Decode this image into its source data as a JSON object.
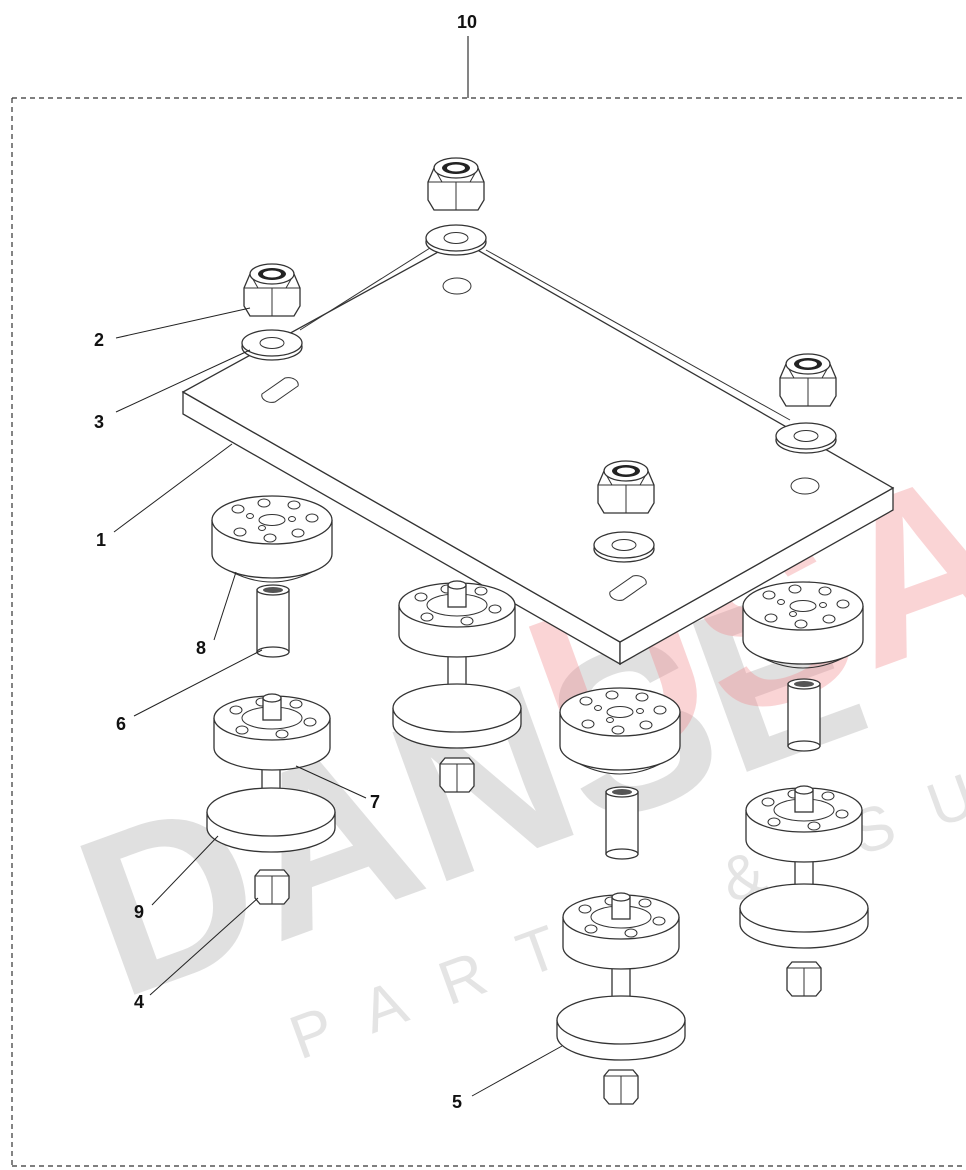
{
  "diagram": {
    "assembly_label": "10",
    "callouts": [
      "1",
      "2",
      "3",
      "4",
      "5",
      "6",
      "7",
      "8",
      "9"
    ]
  },
  "watermark": {
    "brand_left": "DANSE",
    "brand_right": "USA",
    "tagline": "PARTS & SUPPLIES",
    "colors": {
      "left": "#c8c8c8",
      "right": "#e8202a"
    }
  }
}
